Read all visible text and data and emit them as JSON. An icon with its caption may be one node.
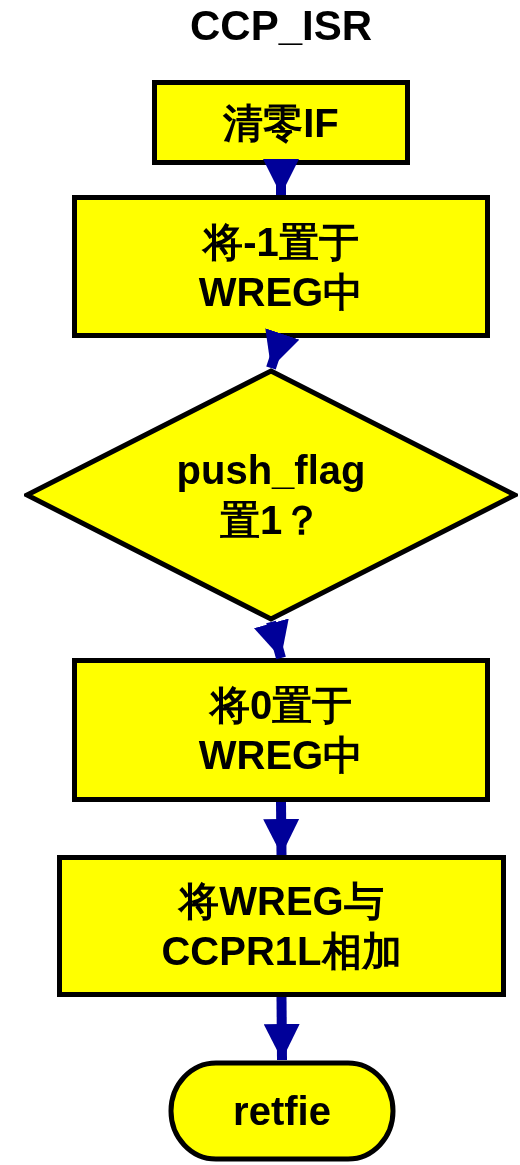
{
  "diagram": {
    "title": "CCP_ISR",
    "nodes": [
      {
        "text": [
          "清零IF"
        ]
      },
      {
        "text": [
          "将-1置于WREG中"
        ]
      },
      {
        "text": [
          "push_flag置1？"
        ]
      },
      {
        "text": [
          "将0置于WREG中"
        ]
      },
      {
        "text": [
          "将WREG与CCPR1L相加"
        ]
      },
      {
        "text": [
          "retfie"
        ]
      }
    ],
    "edges": [
      {
        "from": 0,
        "to": 1,
        "arrow": "to",
        "color": "#000099"
      },
      {
        "from": 1,
        "to": 2,
        "arrow": "to",
        "color": "#000099"
      },
      {
        "from": 2,
        "to": 3,
        "arrow": "to",
        "color": "#000099"
      },
      {
        "from": 3,
        "to": 4,
        "arrow": "to",
        "color": "#000099"
      },
      {
        "from": 4,
        "to": 5,
        "arrow": "to",
        "color": "#000099"
      }
    ]
  }
}
